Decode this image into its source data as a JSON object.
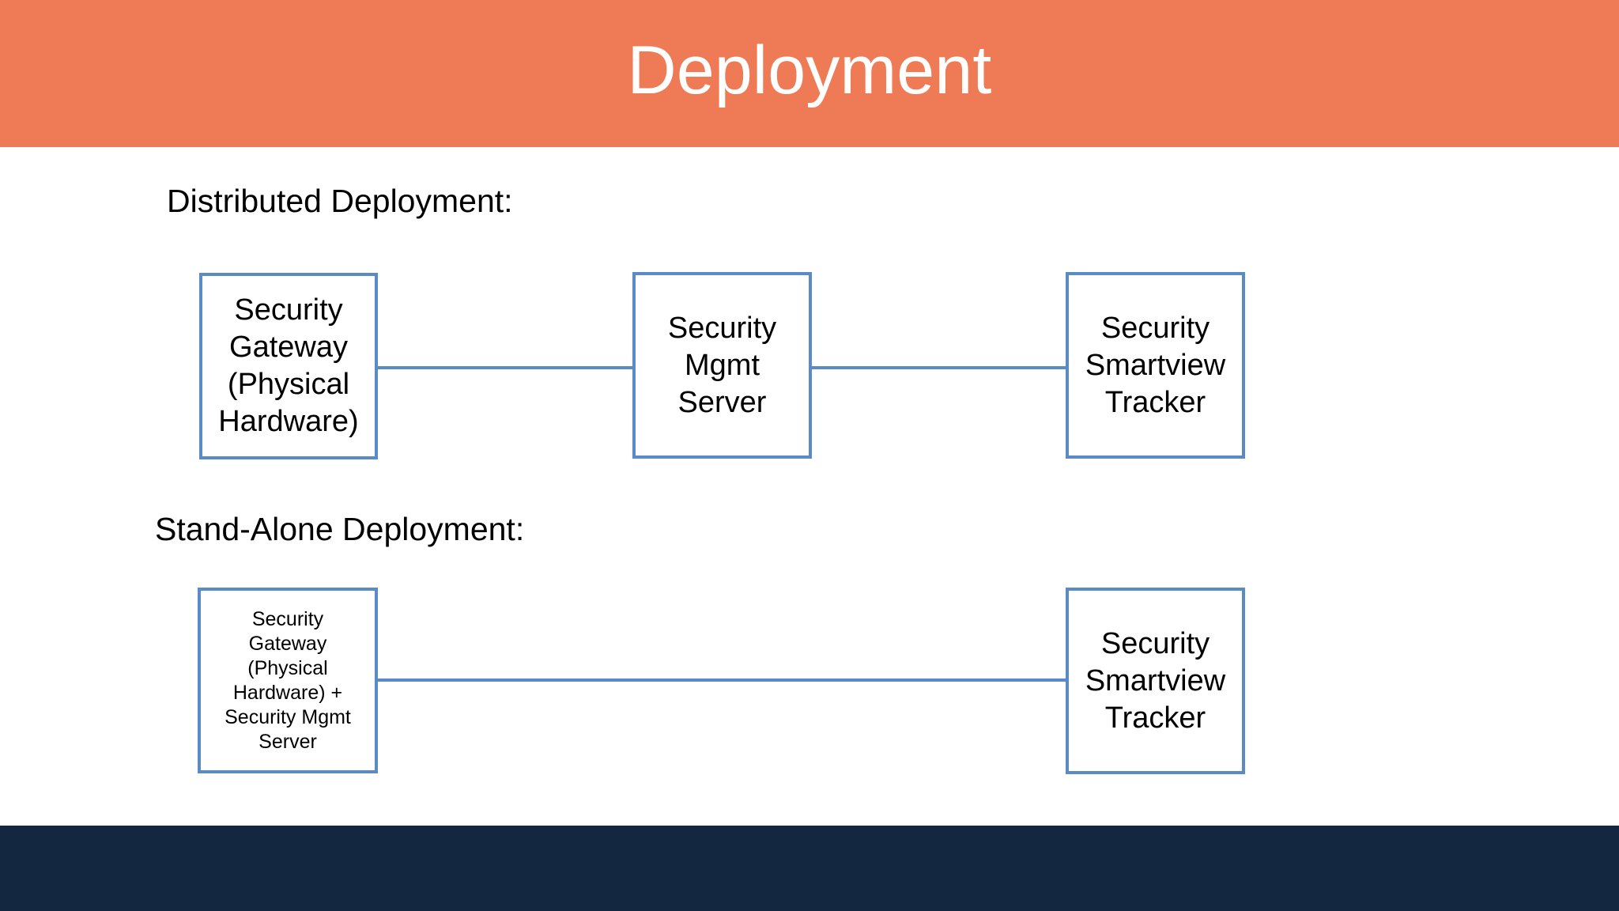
{
  "slide": {
    "title": "Deployment",
    "header_color": "#ef7b56",
    "footer_color": "#142740",
    "background_color": "#ffffff",
    "box_border_color": "#5b8bc4",
    "connector_color": "#5b8bc4",
    "title_color": "#ffffff",
    "body_text_color": "#000000"
  },
  "sections": [
    {
      "label": "Distributed Deployment:",
      "nodes": [
        {
          "id": "gateway",
          "text": "Security\nGateway\n(Physical\nHardware)"
        },
        {
          "id": "mgmt",
          "text": "Security\nMgmt\nServer"
        },
        {
          "id": "tracker",
          "text": "Security\nSmartview\nTracker"
        }
      ],
      "connections": [
        {
          "from": "gateway",
          "to": "mgmt"
        },
        {
          "from": "mgmt",
          "to": "tracker"
        }
      ]
    },
    {
      "label": "Stand-Alone Deployment:",
      "nodes": [
        {
          "id": "combined",
          "text": "Security\nGateway\n(Physical\nHardware) +\nSecurity Mgmt\nServer"
        },
        {
          "id": "tracker2",
          "text": "Security\nSmartview\nTracker"
        }
      ],
      "connections": [
        {
          "from": "combined",
          "to": "tracker2"
        }
      ]
    }
  ]
}
